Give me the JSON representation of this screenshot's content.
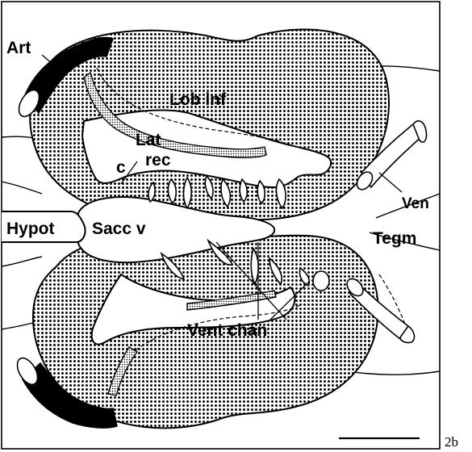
{
  "figure": {
    "number_label": "2b",
    "labels": {
      "art": "Art",
      "lob_inf": "Lob inf",
      "lat": "Lat",
      "rec": "rec",
      "c": "c",
      "ven": "Ven",
      "tegm": "Tegm",
      "hypot": "Hypot",
      "sacc_v": "Sacc v",
      "vent_chan": "Vent chan"
    }
  }
}
